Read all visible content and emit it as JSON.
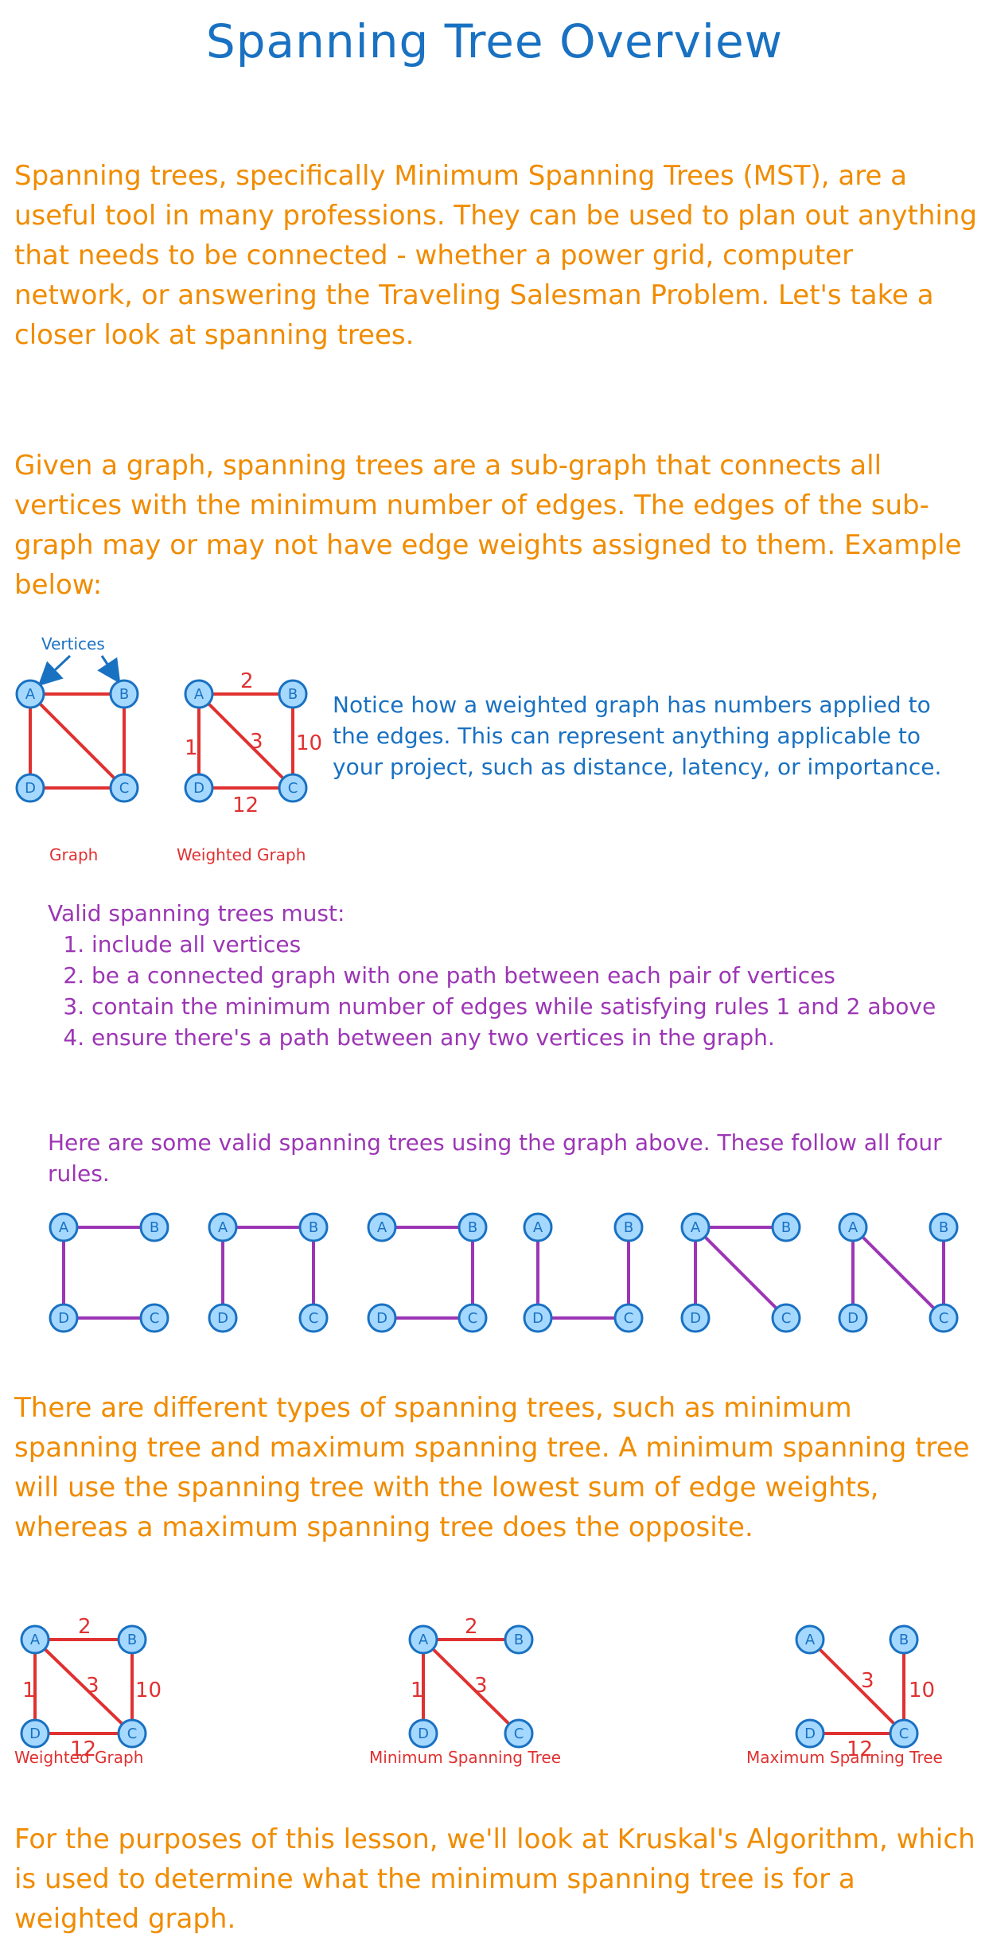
{
  "title": "Spanning Tree Overview",
  "intro": "Spanning trees, specifically Minimum Spanning Trees (MST), are a useful tool in many professions. They can be used to plan out anything that needs to be connected - whether a power grid, computer network, or answering the Traveling Salesman Problem. Let's take a closer look at spanning trees.",
  "definition": "Given a graph, spanning trees are a sub-graph that connects all vertices with the minimum number of edges. The edges of the sub-graph may or may not have edge weights assigned to them. Example below:",
  "example": {
    "vertices_label": "Vertices",
    "graph_caption": "Graph",
    "weighted_caption": "Weighted Graph",
    "note": "Notice how a weighted graph has numbers applied to the edges. This can represent anything applicable to your project, such as distance, latency, or importance.",
    "vertex_labels": [
      "A",
      "B",
      "C",
      "D"
    ],
    "weights": {
      "AB": "2",
      "AC": "3",
      "AD": "1",
      "BC": "10",
      "DC": "12"
    }
  },
  "rules": {
    "heading": "Valid spanning trees must:",
    "items": [
      "include all vertices",
      "be a connected graph with one path between each pair of vertices",
      "contain the minimum number of edges while satisfying rules 1 and 2 above",
      "ensure there's a path between any two vertices in the graph."
    ]
  },
  "valid_trees_intro": "Here are some valid spanning trees using the graph above. These follow all four rules.",
  "types": "There are different types of spanning trees, such as minimum spanning tree and maximum spanning tree. A minimum spanning tree will use the spanning tree with the lowest sum of edge weights, whereas a maximum spanning tree does the opposite.",
  "comparison": {
    "weighted_caption": "Weighted Graph",
    "min_caption": "Minimum Spanning Tree",
    "max_caption": "Maximum Spanning Tree"
  },
  "conclusion": "For the purposes of this lesson, we'll look at Kruskal's Algorithm, which is used to determine what the minimum spanning tree is for a weighted graph.",
  "colors": {
    "title": "#1971c2",
    "body_text": "#f08c00",
    "note_text": "#1971c2",
    "rules_text": "#9c36b5",
    "edge": "#e03131",
    "tree_edge": "#9c36b5",
    "vertex_fill": "#a5d8ff",
    "vertex_stroke": "#1971c2"
  }
}
